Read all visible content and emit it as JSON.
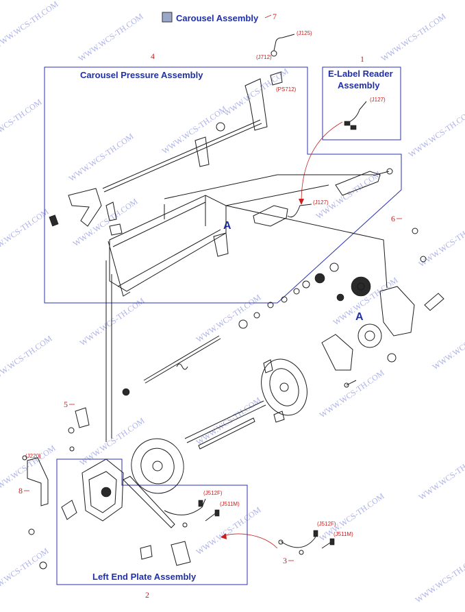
{
  "header": {
    "icon_fill": "#9aa7c9",
    "title": "Carousel Assembly",
    "ref": "7"
  },
  "assemblies": [
    {
      "id": "pressure",
      "title": "Carousel Pressure Assembly",
      "ref": "4"
    },
    {
      "id": "elabel",
      "title_line1": "E-Label Reader",
      "title_line2": "Assembly",
      "ref": "1"
    },
    {
      "id": "leftplate",
      "title": "Left End Plate Assembly",
      "ref": "2"
    }
  ],
  "part_refs": [
    "6",
    "5",
    "8",
    "3"
  ],
  "connectors": [
    "(J125)",
    "(J712)",
    "(PS712)",
    "(J127)",
    "(J127)",
    "(J220)",
    "(J512F)",
    "(J511M)",
    "(J512F)",
    "(J511M)"
  ],
  "callouts": [
    "A",
    "A"
  ],
  "watermark": "WWW.WCS-TH.COM",
  "colors": {
    "title_blue": "#1f2fa8",
    "ref_red": "#c81e1e",
    "box_blue": "#2a2fb0",
    "watermark": "#6b74d6"
  }
}
